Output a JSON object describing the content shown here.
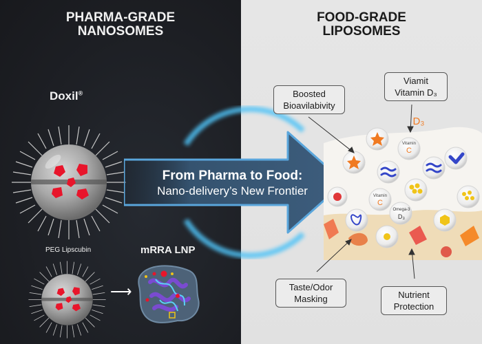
{
  "left_panel": {
    "heading_line1": "PHARMA-GRADE",
    "heading_line2": "NANOSOMES",
    "doxil_label": "Doxil",
    "doxil_mark": "®",
    "peg_label": "PEG Lipscubin",
    "mrna_label": "mRRA LNP",
    "arrow_icon": "right-arrow"
  },
  "right_panel": {
    "heading_line1": "FOOD-GRADE",
    "heading_line2": "LIPOSOMES",
    "callouts": [
      {
        "line1": "Boosted",
        "line2": "Bioavilabivity"
      },
      {
        "line1": "Viamit",
        "line2": "Vitamin D₃"
      },
      {
        "line1": "Taste/Odor",
        "line2": "Masking"
      },
      {
        "line1": "Nutrient",
        "line2": "Protection"
      }
    ],
    "bubbles": {
      "d3": "D₃",
      "vitamin_c_word": "Vitamin",
      "vitamin_c_letter": "C",
      "omega_word": "Omega-3",
      "omega_d3": "D₃"
    }
  },
  "center": {
    "title_line1": "From Pharma to Food:",
    "title_line2": "Nano-delivery’s New Frontier"
  },
  "colors": {
    "left_bg": "#1e2024",
    "right_bg": "#e3e3e3",
    "arrow_fill": "#3a5a78",
    "arrow_edge": "#5aa6dc",
    "glow": "#4fc3f7",
    "drug_red": "#e8152b",
    "orange": "#f07a22",
    "blue_icon": "#3446c8"
  }
}
